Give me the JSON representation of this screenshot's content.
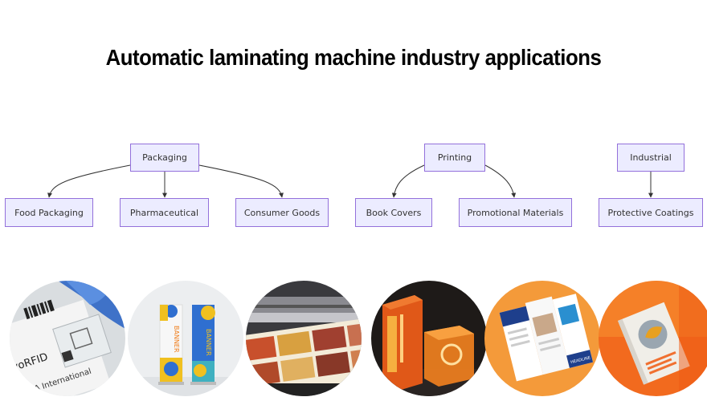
{
  "title": "Automatic laminating machine industry applications",
  "diagram": {
    "nodes": {
      "packaging": "Packaging",
      "printing": "Printing",
      "industrial": "Industrial",
      "food_packaging": "Food Packaging",
      "pharmaceutical": "Pharmaceutical",
      "consumer_goods": "Consumer Goods",
      "book_covers": "Book Covers",
      "promotional_materials": "Promotional Materials",
      "protective_coatings": "Protective Coatings"
    },
    "edges": [
      [
        "packaging",
        "food_packaging"
      ],
      [
        "packaging",
        "pharmaceutical"
      ],
      [
        "packaging",
        "consumer_goods"
      ],
      [
        "printing",
        "book_covers"
      ],
      [
        "printing",
        "promotional_materials"
      ],
      [
        "industrial",
        "protective_coatings"
      ]
    ],
    "colors": {
      "node_fill": "#ececff",
      "node_border": "#9370db",
      "edge": "#333333"
    }
  },
  "photos": {
    "rfid_label": {
      "text_line1": "GA International",
      "text_line2": "yoRFID"
    },
    "banner_stands": {
      "text": "BANNER"
    },
    "laminator": {},
    "orange_box": {},
    "brochure": {
      "text": "HEADLINE"
    },
    "book": {}
  }
}
